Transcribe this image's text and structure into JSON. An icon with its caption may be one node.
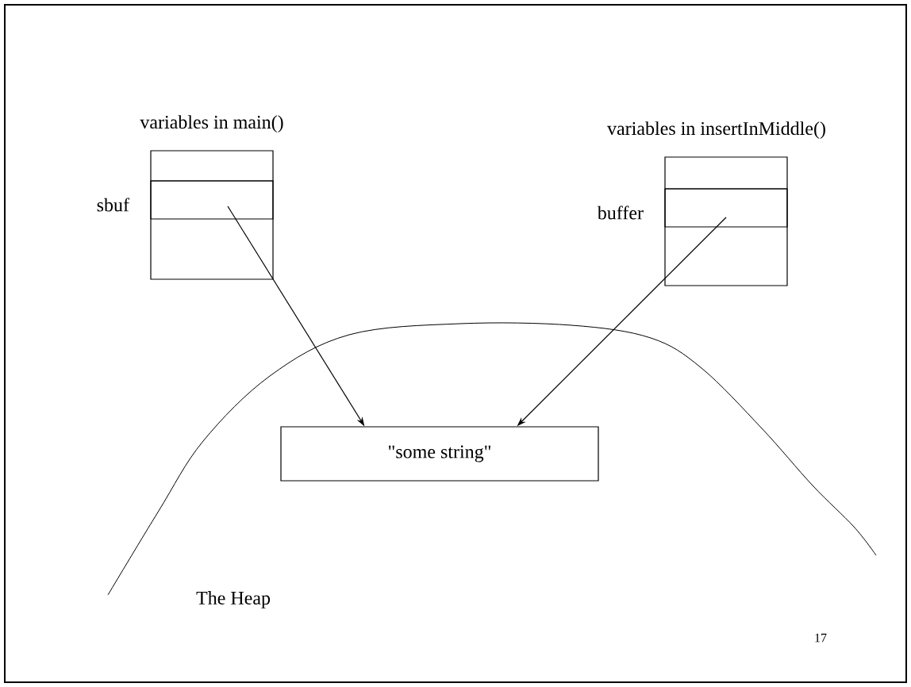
{
  "diagram": {
    "nodes": [
      {
        "text": [
          "variables in main()"
        ]
      },
      {
        "text": [],
        "shape": "box",
        "in": 0,
        "beside": [
          "sbuf"
        ]
      },
      {
        "text": [
          "variables in insertInMiddle()"
        ]
      },
      {
        "text": [],
        "shape": "box",
        "in": 2,
        "beside": [
          "buffer"
        ]
      },
      {
        "text": [
          "\"some string\""
        ]
      }
    ],
    "edges": [
      {
        "from": 1,
        "to": 4,
        "arrow": "to"
      },
      {
        "from": 3,
        "to": 4,
        "arrow": "to"
      }
    ],
    "labels": [
      "The Heap",
      "17"
    ]
  }
}
